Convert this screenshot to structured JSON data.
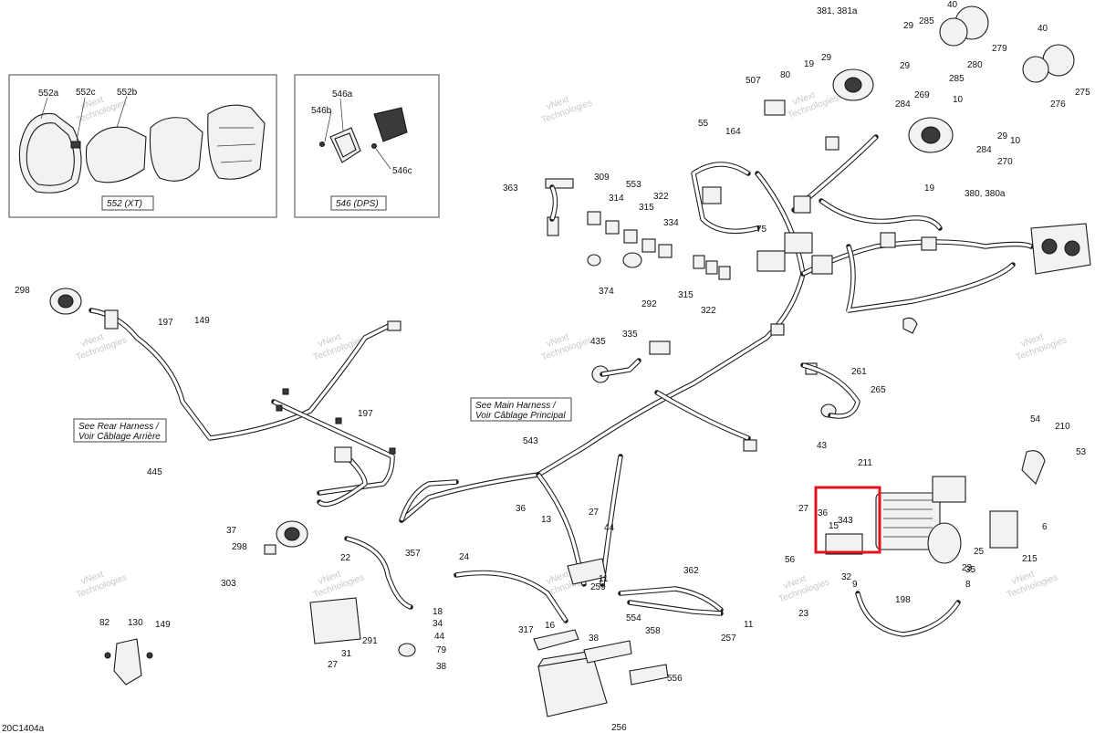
{
  "diagram_code": "20C1404a",
  "inset_boxes": [
    {
      "caption": "552 (XT)",
      "labels": [
        "552a",
        "552c",
        "552b"
      ]
    },
    {
      "caption": "546 (DPS)",
      "labels": [
        "546a",
        "546b",
        "546c"
      ]
    }
  ],
  "callout_notes": {
    "main_harness": [
      "See Main Harness /",
      "Voir Câblage Principal"
    ],
    "rear_harness": [
      "See Rear Harness /",
      "Voir Câblage Arrière"
    ]
  },
  "watermark": [
    "vNext",
    "Technologies"
  ],
  "part_labels": [
    "381, 381a",
    "29",
    "285",
    "40",
    "279",
    "40",
    "280",
    "275",
    "276",
    "29",
    "285",
    "19",
    "29",
    "80",
    "507",
    "269",
    "284",
    "10",
    "284",
    "270",
    "29",
    "10",
    "19",
    "380, 380a",
    "55",
    "164",
    "75",
    "309",
    "314",
    "553",
    "315",
    "322",
    "334",
    "363",
    "374",
    "292",
    "315",
    "322",
    "298",
    "197",
    "149",
    "435",
    "335",
    "261",
    "265",
    "43",
    "445",
    "197",
    "37",
    "298",
    "303",
    "22",
    "357",
    "543",
    "36",
    "13",
    "27",
    "44",
    "24",
    "11",
    "259",
    "362",
    "18",
    "34",
    "44",
    "79",
    "38",
    "291",
    "31",
    "27",
    "16",
    "554",
    "38",
    "358",
    "257",
    "11",
    "317",
    "556",
    "256",
    "82",
    "130",
    "149",
    "54",
    "210",
    "53",
    "211",
    "27",
    "36",
    "343",
    "15",
    "9",
    "32",
    "25",
    "215",
    "6",
    "56",
    "23",
    "23",
    "35",
    "8",
    "198"
  ],
  "highlight_box": {
    "color": "#e0141e"
  }
}
